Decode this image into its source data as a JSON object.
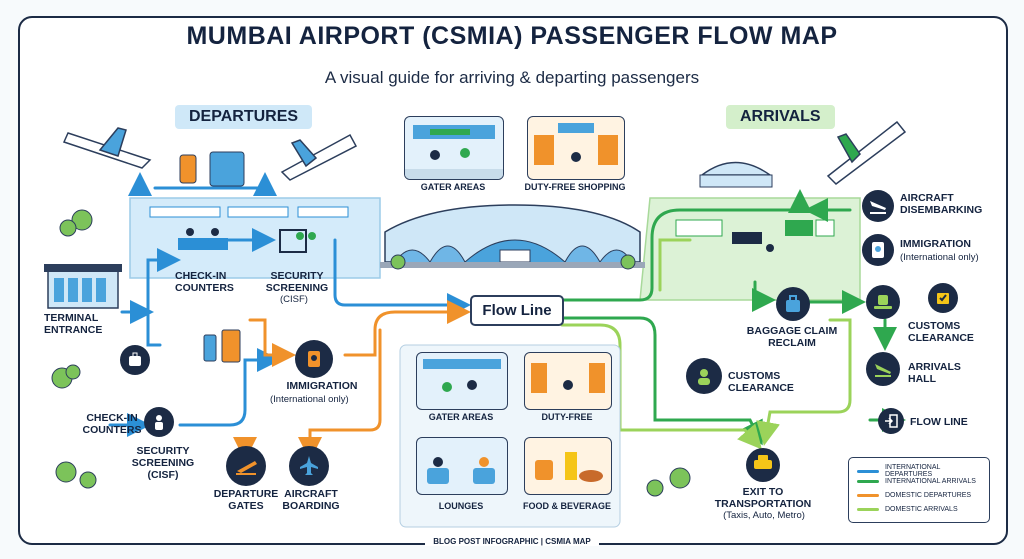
{
  "title": "MUMBAI AIRPORT (CSMIA) PASSENGER FLOW MAP",
  "subtitle": "A visual guide for arriving & departing passengers",
  "sections": {
    "departures": "DEPARTURES",
    "arrivals": "ARRIVALS"
  },
  "departures": {
    "terminal_entrance": "TERMINAL ENTRANCE",
    "check_in_top": "CHECK-IN COUNTERS",
    "security_top": "SECURITY SCREENING",
    "security_top_sub": "(CISF)",
    "check_in_left": "CHECK-IN COUNTERS",
    "security_left": "SECURITY SCREENING (CISF)",
    "immigration": "IMMIGRATION",
    "immigration_sub": "(International only)",
    "departure_gates": "DEPARTURE GATES",
    "aircraft_boarding": "AIRCRAFT BOARDING"
  },
  "arrivals": {
    "aircraft_disembarking": "AIRCRAFT DISEMBARKING",
    "immigration": "IMMIGRATION",
    "immigration_sub": "(International only)",
    "baggage_claim": "BAGGAGE CLAIM RECLAIM",
    "customs_right": "CUSTOMS CLEARANCE",
    "customs_center": "CUSTOMS CLEARANCE",
    "arrivals_hall": "ARRIVALS HALL",
    "flow_line": "FLOW LINE",
    "exit": "EXIT TO TRANSPORTATION",
    "exit_sub": "(Taxis, Auto, Metro)"
  },
  "center": {
    "flow_line": "Flow Line",
    "top_cards": [
      "GATER AREAS",
      "DUTY-FREE SHOPPING"
    ],
    "bottom_cards": [
      "GATER AREAS",
      "DUTY-FREE",
      "LOUNGES",
      "FOOD & BEVERAGE"
    ]
  },
  "legend": [
    {
      "label": "INTERNATIONAL DEPARTURES",
      "color": "#2b8fd6"
    },
    {
      "label": "INTERNATIONAL ARRIVALS",
      "color": "#2fa84f"
    },
    {
      "label": "DOMESTIC DEPARTURES",
      "color": "#f0922b"
    },
    {
      "label": "DOMESTIC ARRIVALS",
      "color": "#9bd35a"
    }
  ],
  "footer": "BLOG POST INFOGRAPHIC | CSMIA MAP",
  "colors": {
    "intl_departures": "#2b8fd6",
    "intl_arrivals": "#2fa84f",
    "dom_departures": "#f0922b",
    "dom_arrivals": "#9bd35a",
    "navy": "#1c2b45",
    "departures_bg": "#d4ebfa",
    "arrivals_bg": "#dcf2d6"
  }
}
